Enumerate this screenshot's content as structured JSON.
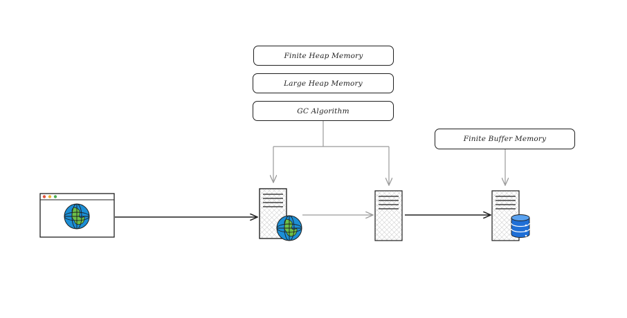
{
  "labels": {
    "finite_heap": "Finite Heap Memory",
    "large_heap": "Large Heap Memory",
    "gc_algorithm": "GC Algorithm",
    "finite_buffer": "Finite Buffer Memory"
  },
  "icons": {
    "browser": "browser-window-icon",
    "globe": "globe-icon",
    "server": "server-icon",
    "database": "database-icon"
  },
  "colors": {
    "stroke": "#1e1e1e",
    "connector_gray": "#9a9a9a",
    "globe_blue": "#1c8fd6",
    "globe_green": "#6cc04a",
    "db_blue": "#1f6fd6",
    "dot_red": "#e0533c",
    "dot_yellow": "#f0b030",
    "dot_green": "#4caf50"
  }
}
